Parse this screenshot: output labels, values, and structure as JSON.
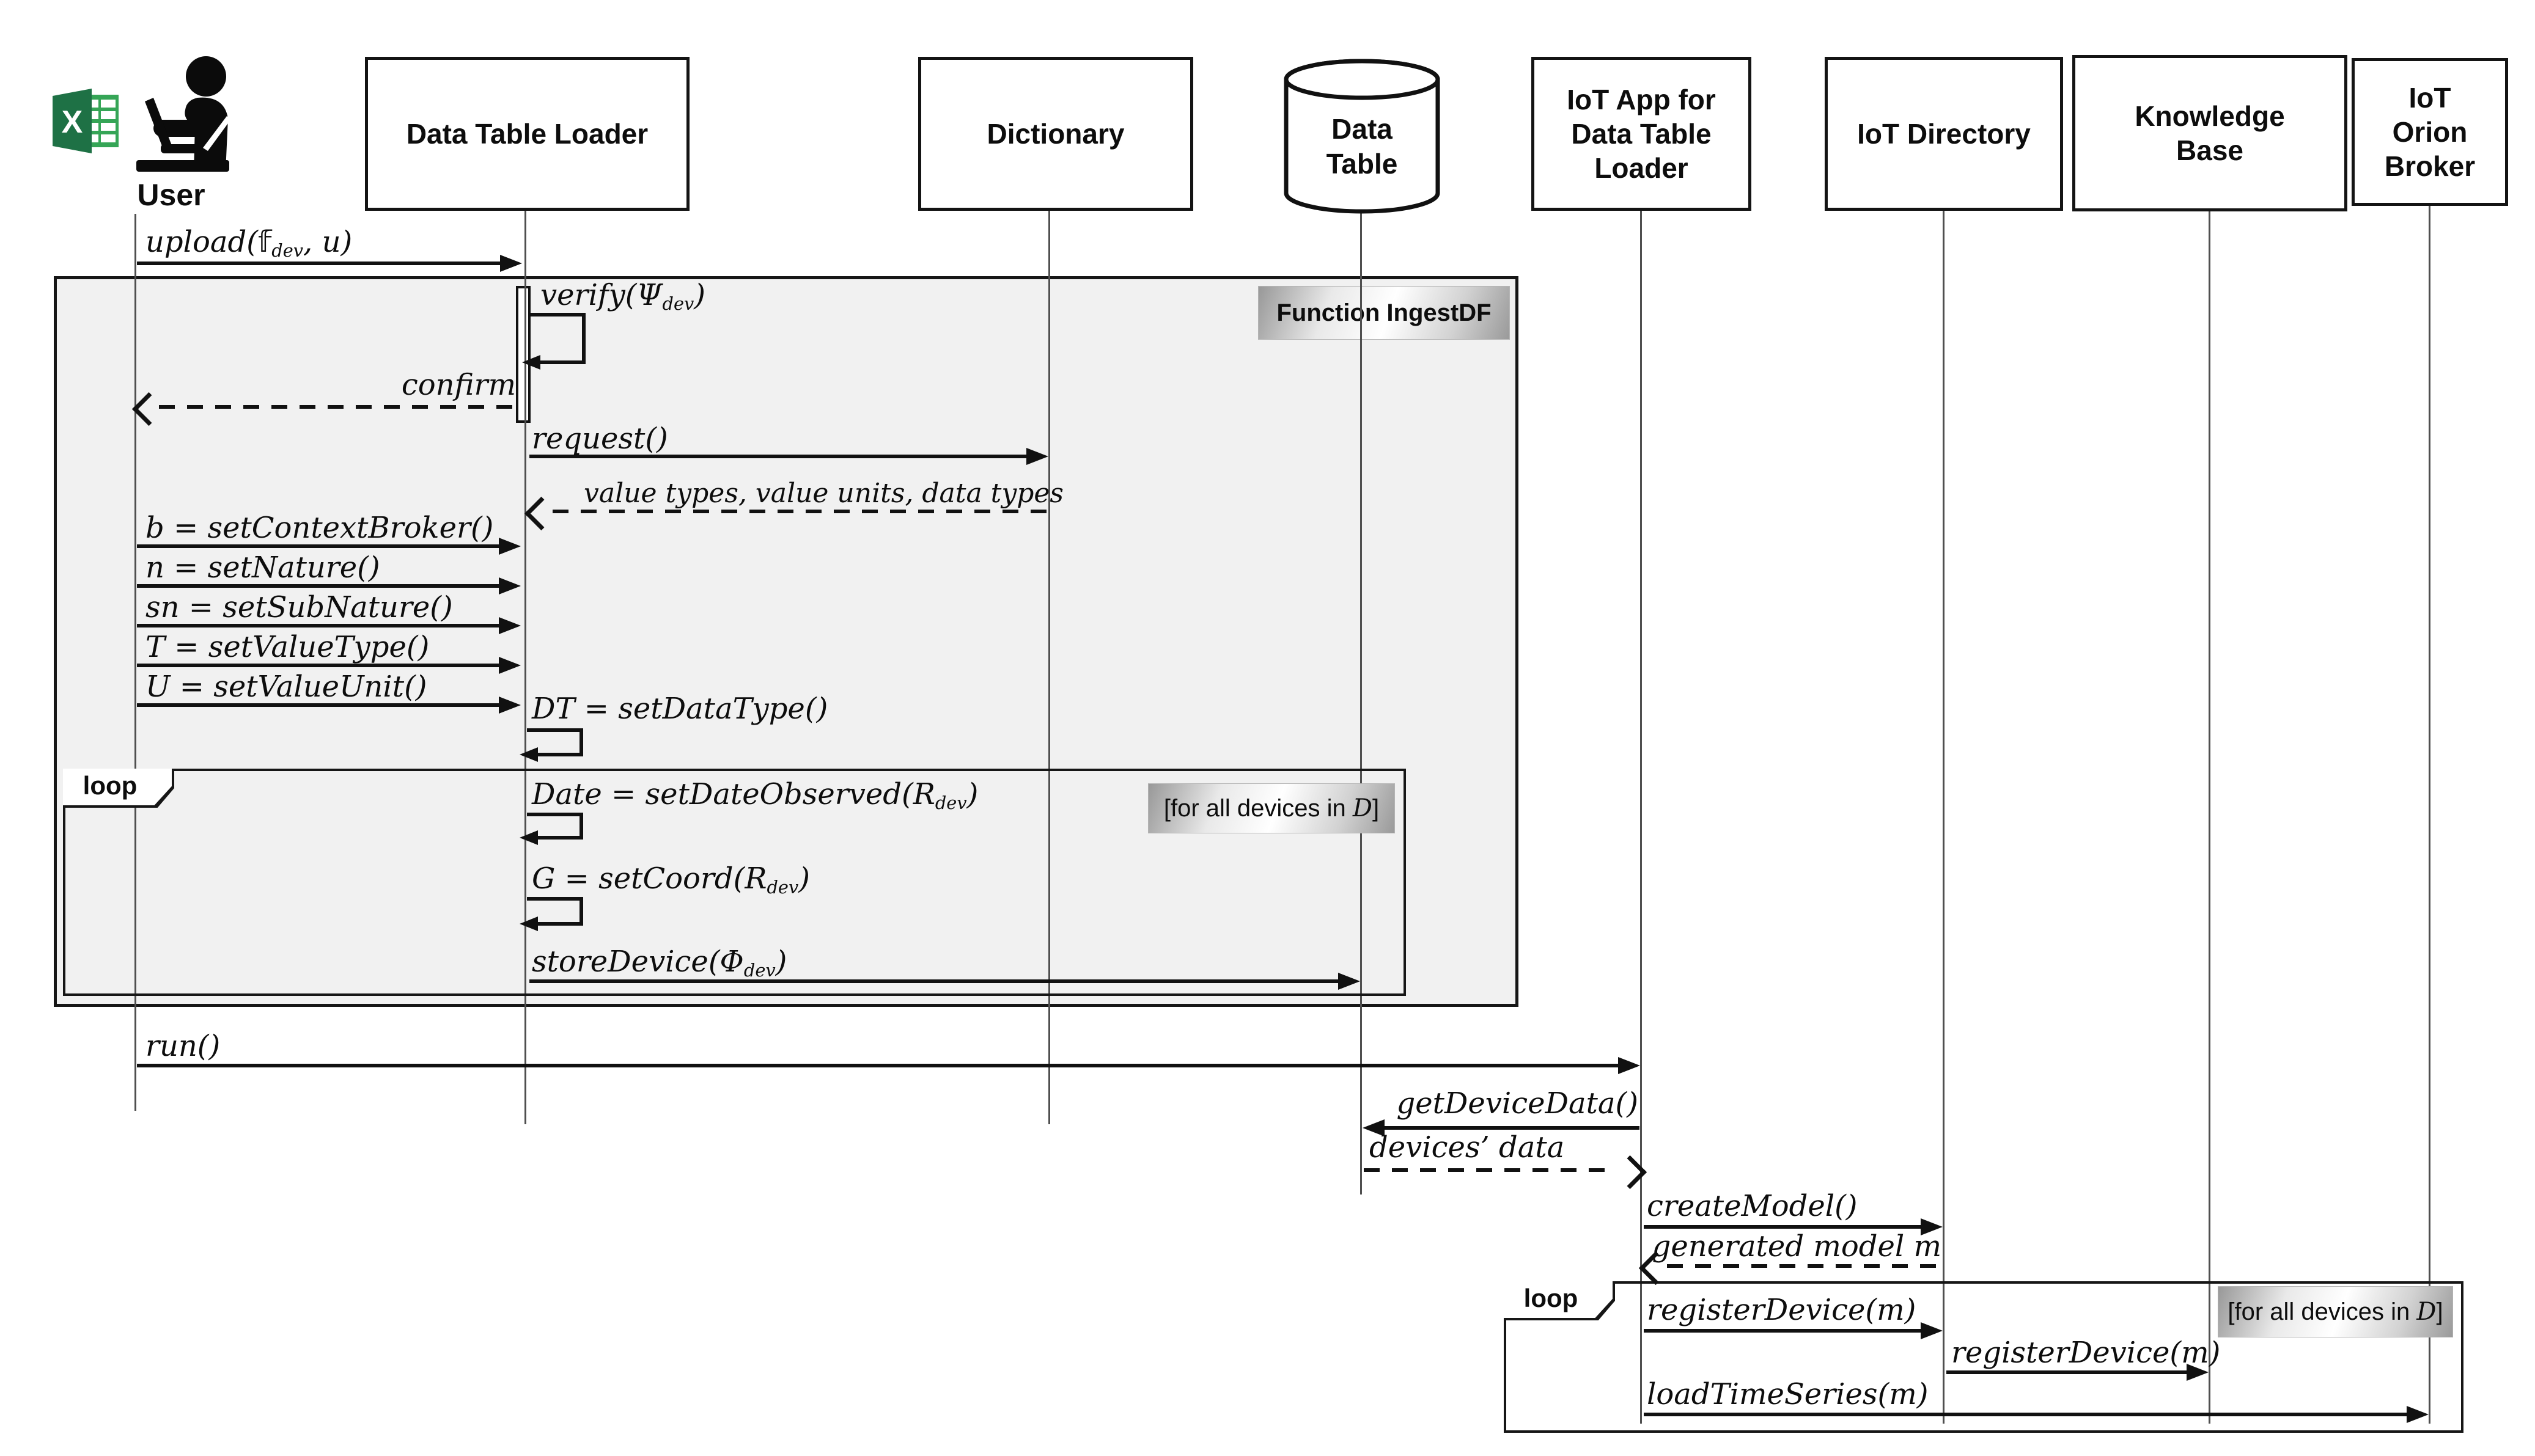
{
  "diagram_type": "uml-sequence-diagram",
  "participants": [
    {
      "id": "user",
      "label": "User",
      "kind": "actor"
    },
    {
      "id": "dtl",
      "label": "Data Table Loader",
      "kind": "component"
    },
    {
      "id": "dict",
      "label": "Dictionary",
      "kind": "component"
    },
    {
      "id": "dtable",
      "label": "Data Table",
      "kind": "datastore"
    },
    {
      "id": "app",
      "label": "IoT App for Data Table Loader",
      "kind": "component"
    },
    {
      "id": "dir",
      "label": "IoT Directory",
      "kind": "component"
    },
    {
      "id": "kb",
      "label": "Knowledge Base",
      "kind": "component"
    },
    {
      "id": "orion",
      "label": "IoT Orion Broker",
      "kind": "component"
    }
  ],
  "icons": {
    "user_file": "excel-icon",
    "user_actor": "person-at-laptop-icon",
    "datastore": "database-cylinder-icon"
  },
  "frames": {
    "function_frame": {
      "label": "Function IngestDF"
    },
    "loop1": {
      "operator": "loop",
      "guard": "[for all devices in ⟦D⟧]"
    },
    "loop2": {
      "operator": "loop",
      "guard": "[for all devices in ⟦D⟧]"
    }
  },
  "messages": [
    {
      "text": "upload(𝕗⟨dev⟩, u)",
      "from": "user",
      "to": "dtl",
      "line": "solid",
      "self": false
    },
    {
      "text": "verify(Ψ⟨dev⟩)",
      "from": "dtl",
      "to": "dtl",
      "line": "solid",
      "self": true
    },
    {
      "text": "confirm",
      "from": "dtl",
      "to": "user",
      "line": "dashed",
      "self": false
    },
    {
      "text": "request()",
      "from": "dtl",
      "to": "dict",
      "line": "solid",
      "self": false
    },
    {
      "text": "value types, value units, data types",
      "from": "dict",
      "to": "dtl",
      "line": "dashed",
      "self": false
    },
    {
      "text": "b = setContextBroker()",
      "from": "user",
      "to": "dtl",
      "line": "solid",
      "self": false
    },
    {
      "text": "n = setNature()",
      "from": "user",
      "to": "dtl",
      "line": "solid",
      "self": false
    },
    {
      "text": "sn = setSubNature()",
      "from": "user",
      "to": "dtl",
      "line": "solid",
      "self": false
    },
    {
      "text": "T = setValueType()",
      "from": "user",
      "to": "dtl",
      "line": "solid",
      "self": false
    },
    {
      "text": "U = setValueUnit()",
      "from": "user",
      "to": "dtl",
      "line": "solid",
      "self": false
    },
    {
      "text": "DT = setDataType()",
      "from": "dtl",
      "to": "dtl",
      "line": "solid",
      "self": true
    },
    {
      "text": "Date = setDateObserved(R⟨dev⟩)",
      "from": "dtl",
      "to": "dtl",
      "line": "solid",
      "self": true
    },
    {
      "text": "G = setCoord(R⟨dev⟩)",
      "from": "dtl",
      "to": "dtl",
      "line": "solid",
      "self": true
    },
    {
      "text": "storeDevice(Φ⟨dev⟩)",
      "from": "dtl",
      "to": "dtable",
      "line": "solid",
      "self": false
    },
    {
      "text": "run()",
      "from": "user",
      "to": "app",
      "line": "solid",
      "self": false
    },
    {
      "text": "getDeviceData()",
      "from": "app",
      "to": "dtable",
      "line": "solid",
      "self": false
    },
    {
      "text": "devices’ data",
      "from": "dtable",
      "to": "app",
      "line": "dashed",
      "self": false
    },
    {
      "text": "createModel()",
      "from": "app",
      "to": "dir",
      "line": "solid",
      "self": false
    },
    {
      "text": "generated model m",
      "from": "dir",
      "to": "app",
      "line": "dashed",
      "self": false
    },
    {
      "text": "registerDevice(m)",
      "from": "app",
      "to": "dir",
      "line": "solid",
      "self": false
    },
    {
      "text": "registerDevice(m)",
      "from": "dir",
      "to": "kb",
      "line": "solid",
      "self": false
    },
    {
      "text": "loadTimeSeries(m)",
      "from": "app",
      "to": "orion",
      "line": "solid",
      "self": false
    }
  ],
  "colors": {
    "frame_fill": "#f1f1f1",
    "line": "#111111",
    "excel_green_dark": "#1e7145",
    "excel_green_light": "#35a556",
    "gradient_label_edge": "#999999",
    "gradient_label_center": "#ffffff"
  }
}
